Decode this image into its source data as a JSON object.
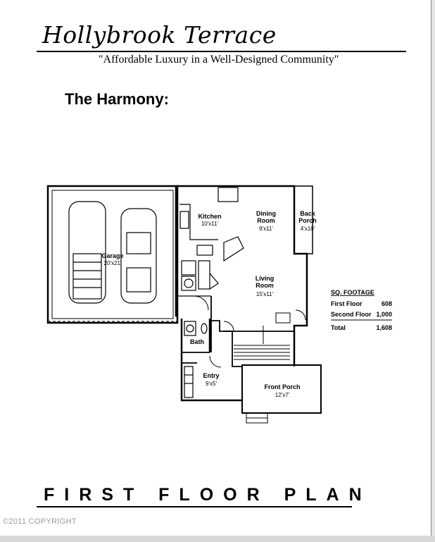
{
  "header": {
    "brand": "Hollybrook Terrace",
    "tagline": "\"Affordable Luxury in a Well-Designed Community\"",
    "model_title": "The Harmony:"
  },
  "rooms": {
    "garage": {
      "name": "Garage",
      "size": "20'x21'"
    },
    "kitchen": {
      "name": "Kitchen",
      "size": "10'x11'"
    },
    "dining": {
      "name1": "Dining",
      "name2": "Room",
      "size": "9'x11'"
    },
    "back_porch": {
      "name1": "Back",
      "name2": "Porch",
      "size": "4'x10'"
    },
    "living": {
      "name1": "Living",
      "name2": "Room",
      "size": "15'x11'"
    },
    "bath": {
      "name": "Bath"
    },
    "entry": {
      "name": "Entry",
      "size": "9'x5'"
    },
    "front_porch": {
      "name": "Front Porch",
      "size": "12'x7'"
    }
  },
  "sq_footage": {
    "heading": "SQ. FOOTAGE",
    "rows": [
      {
        "label": "First Floor",
        "value": "608"
      },
      {
        "label": "Second Floor",
        "value": "1,000"
      }
    ],
    "total_label": "Total",
    "total_value": "1,608"
  },
  "footer": {
    "title": "FIRST FLOOR PLAN",
    "copyright": "©2011 COPYRIGHT"
  }
}
